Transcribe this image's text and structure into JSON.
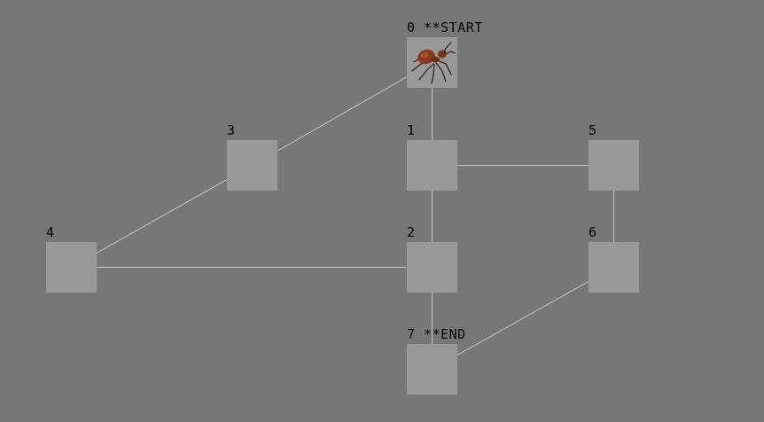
{
  "graph": {
    "nodes": [
      {
        "id": "0",
        "label": "0 **START",
        "role": "start",
        "has_ant": true
      },
      {
        "id": "1",
        "label": "1",
        "role": "normal",
        "has_ant": false
      },
      {
        "id": "2",
        "label": "2",
        "role": "normal",
        "has_ant": false
      },
      {
        "id": "3",
        "label": "3",
        "role": "normal",
        "has_ant": false
      },
      {
        "id": "4",
        "label": "4",
        "role": "normal",
        "has_ant": false
      },
      {
        "id": "5",
        "label": "5",
        "role": "normal",
        "has_ant": false
      },
      {
        "id": "6",
        "label": "6",
        "role": "normal",
        "has_ant": false
      },
      {
        "id": "7",
        "label": "7 **END",
        "role": "end",
        "has_ant": false
      }
    ],
    "edges": [
      [
        "0",
        "1"
      ],
      [
        "0",
        "3"
      ],
      [
        "1",
        "2"
      ],
      [
        "1",
        "5"
      ],
      [
        "3",
        "4"
      ],
      [
        "4",
        "2"
      ],
      [
        "2",
        "7"
      ],
      [
        "5",
        "6"
      ],
      [
        "6",
        "7"
      ]
    ]
  },
  "ant": {
    "icon": "ant-icon",
    "current_node": "0"
  },
  "colors": {
    "background": "#777777",
    "node_fill": "#999999",
    "edge": "#c4c4c4",
    "label": "#000000"
  }
}
